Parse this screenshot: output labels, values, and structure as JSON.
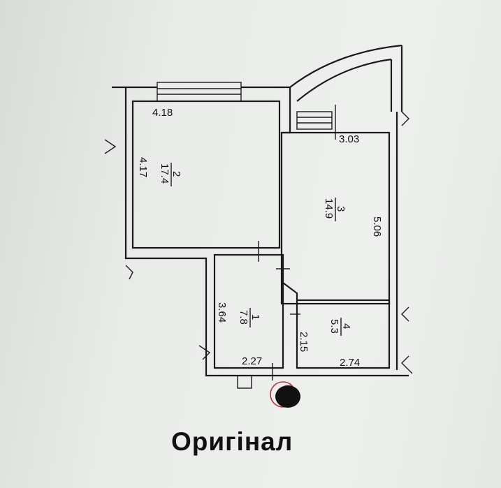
{
  "rooms": [
    {
      "number": "2",
      "area": "17.4",
      "width": "4.18",
      "length": "4.17"
    },
    {
      "number": "3",
      "area": "14.9",
      "width": "3.03",
      "length": "5.06"
    },
    {
      "number": "1",
      "area": "7.8",
      "width": "2.27",
      "length": "3.64"
    },
    {
      "number": "4",
      "area": "5.3",
      "width": "2.74",
      "length": "2.15"
    }
  ],
  "caption": "Оригінал",
  "colors": {
    "line": "#1a1a1a",
    "marker": "#c0303a"
  }
}
